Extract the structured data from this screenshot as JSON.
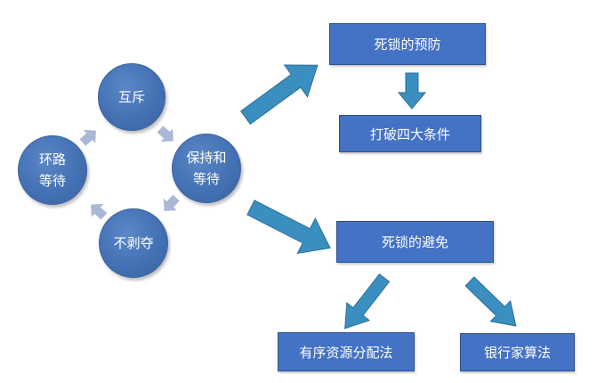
{
  "diagram": {
    "cycle": {
      "top": "互斥",
      "right": "保持和\n等待",
      "bottom": "不剥夺",
      "left": "环路\n等待"
    },
    "prevention": {
      "title": "死锁的预防",
      "method": "打破四大条件"
    },
    "avoidance": {
      "title": "死锁的避免",
      "method_left": "有序资源分配法",
      "method_right": "银行家算法"
    }
  },
  "colors": {
    "node_fill": "#4472c4",
    "arrow_fill": "#3b8ec0",
    "cycle_arrow": "#a9b8d6"
  }
}
